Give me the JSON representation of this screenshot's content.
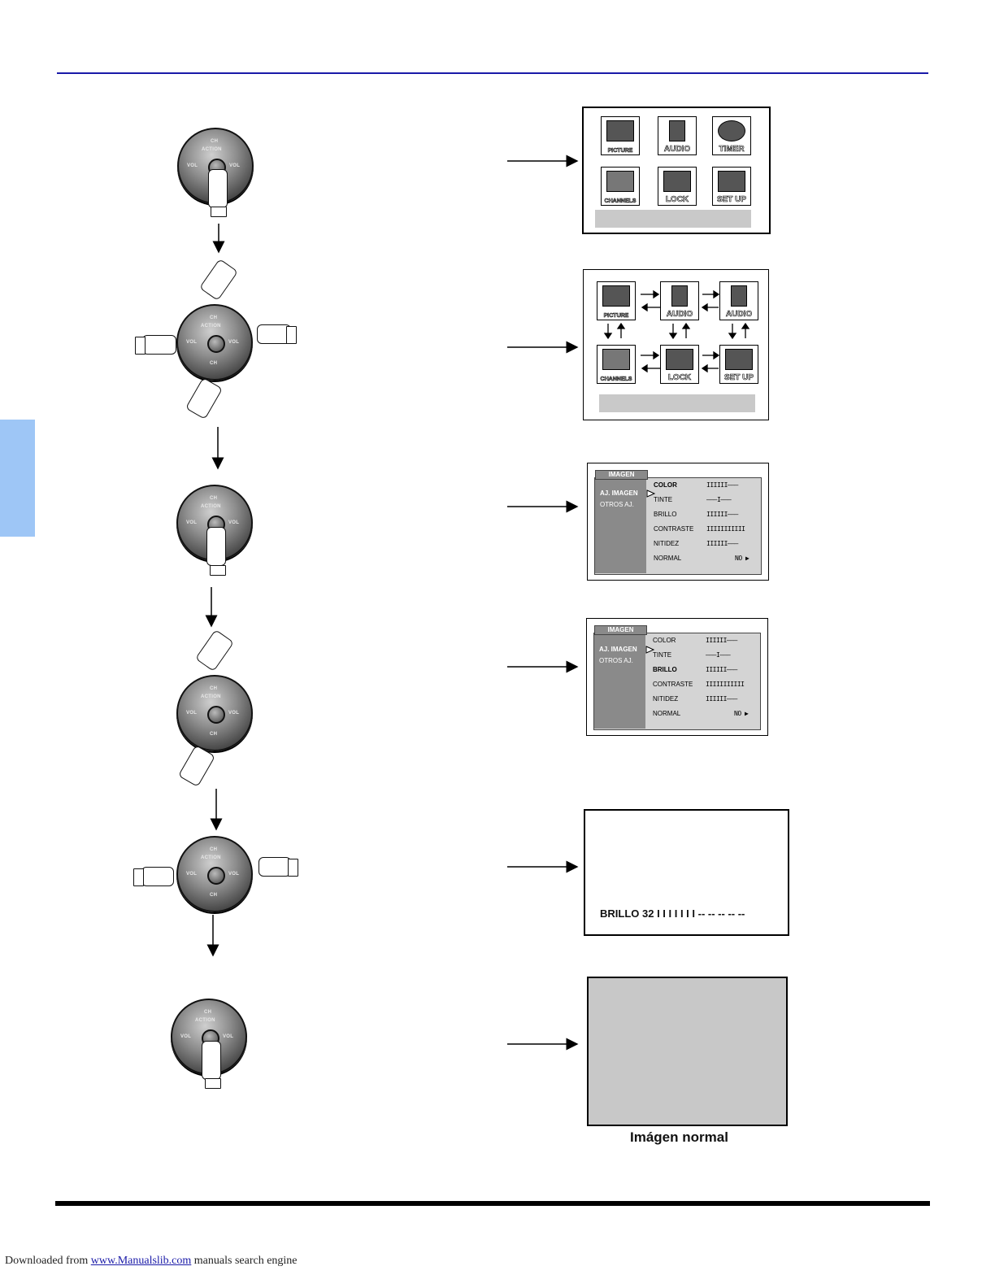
{
  "main_menu": {
    "icons": [
      "PICTURE",
      "AUDIO",
      "TIMER",
      "CHANNELS",
      "LOCK",
      "SET UP"
    ]
  },
  "nav_menu": {
    "icons": [
      "PICTURE",
      "AUDIO",
      "AUDIO",
      "CHANNELS",
      "LOCK",
      "SET UP"
    ]
  },
  "remote": {
    "ch_label": "CH",
    "action_label": "ACTION",
    "vol_label": "VOL"
  },
  "picture_menu_1": {
    "tab": "IMAGEN",
    "left_items": [
      "AJ. IMAGEN",
      "OTROS AJ."
    ],
    "rows": [
      {
        "label": "COLOR",
        "bar": "IIIIII–––"
      },
      {
        "label": "TINTE",
        "bar": "–––I–––"
      },
      {
        "label": "BRILLO",
        "bar": "IIIIII–––"
      },
      {
        "label": "CONTRASTE",
        "bar": "IIIIIIIIIII"
      },
      {
        "label": "NITIDEZ",
        "bar": "IIIIII–––"
      },
      {
        "label": "NORMAL",
        "bar": "NO ▶"
      }
    ]
  },
  "picture_menu_2": {
    "tab": "IMAGEN",
    "left_items": [
      "AJ. IMAGEN",
      "OTROS AJ."
    ],
    "rows": [
      {
        "label": "COLOR",
        "bar": "IIIIII–––"
      },
      {
        "label": "TINTE",
        "bar": "–––I–––"
      },
      {
        "label": "BRILLO",
        "bar": "IIIIII–––"
      },
      {
        "label": "CONTRASTE",
        "bar": "IIIIIIIIIII"
      },
      {
        "label": "NITIDEZ",
        "bar": "IIIIII–––"
      },
      {
        "label": "NORMAL",
        "bar": "NO ▶"
      }
    ]
  },
  "brillo_screen": {
    "text": "BRILLO 32  I I I I I I I -- -- -- -- --"
  },
  "normal_screen": {
    "caption": "Imágen normal",
    "fill_color": "#c8c8c8"
  },
  "footer": {
    "prefix": "Downloaded from",
    "link": "www.Manualslib.com",
    "suffix": "manuals search engine"
  }
}
